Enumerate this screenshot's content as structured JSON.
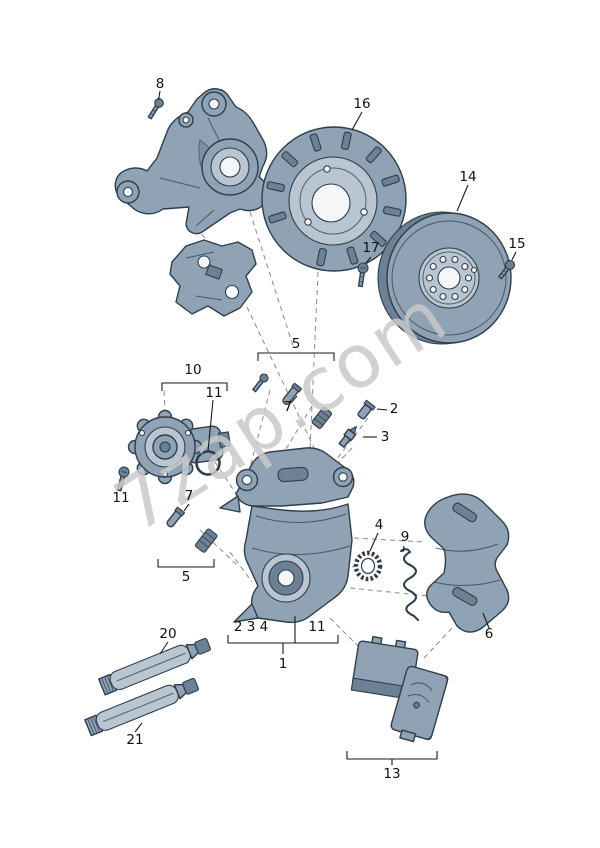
{
  "diagram": {
    "watermark": "7zap.com",
    "background": "#ffffff",
    "colors": {
      "part_fill": "#8fa3b5",
      "part_shadow": "#6c8193",
      "part_highlight": "#b9c6d1",
      "outline": "#2e3e4c",
      "watermark": "#c9c9c9",
      "callout_text": "#111111",
      "dashed_guide": "#8a8a8a"
    },
    "callouts": {
      "bolt_8": "8",
      "splash_shield_16": "16",
      "brake_disc_14": "14",
      "disc_screw_15": "15",
      "shield_screw_17": "17",
      "guide_pin_kit_5_top": "5",
      "guide_pin_7_top": "7",
      "bushing_2": "2",
      "bleeder_valve_3": "3",
      "parking_brake_motor_10": "10",
      "o_ring_11": "11",
      "motor_screw_11": "11",
      "guide_pin_7_bottom": "7",
      "guide_pin_kit_5_bottom": "5",
      "spring_washer_4": "4",
      "retaining_spring_9": "9",
      "brake_carrier_6": "6",
      "caliper_includes_234": "2 3 4",
      "caliper_includes_11": "11",
      "brake_caliper_1": "1",
      "grease_tube_20": "20",
      "grease_tube_21": "21",
      "brake_pads_13": "13"
    }
  }
}
